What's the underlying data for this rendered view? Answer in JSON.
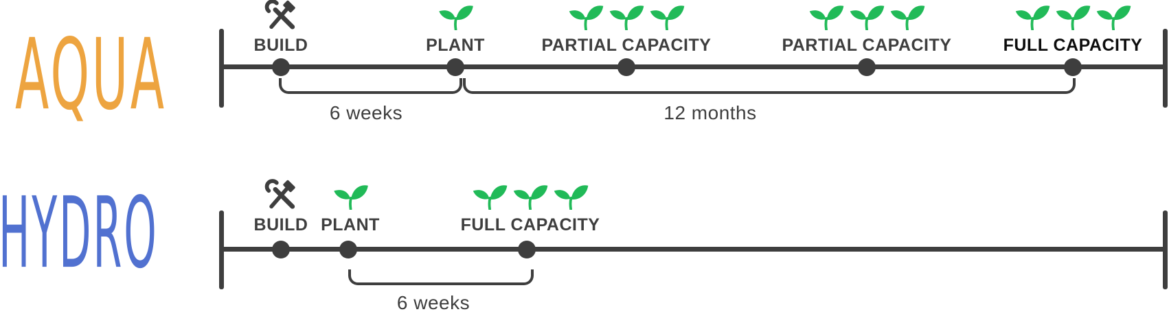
{
  "colors": {
    "dark": "#3e3e3e",
    "black": "#0d0d0d",
    "green": "#21ba58",
    "orange": "#eda440",
    "blue": "#5171d0"
  },
  "icons": {
    "build": "tools-icon",
    "growth": "seedling-icon"
  },
  "aqua": {
    "title": "AQUA",
    "milestones": {
      "build": "BUILD",
      "plant": "PLANT",
      "partial1": "PARTIAL CAPACITY",
      "partial2": "PARTIAL CAPACITY",
      "full": "FULL CAPACITY"
    },
    "durations": {
      "build_to_plant": "6 weeks",
      "plant_to_full": "12 months"
    }
  },
  "hydro": {
    "title": "HYDRO",
    "milestones": {
      "build": "BUILD",
      "plant": "PLANT",
      "full": "FULL CAPACITY"
    },
    "durations": {
      "plant_to_full": "6 weeks"
    }
  }
}
